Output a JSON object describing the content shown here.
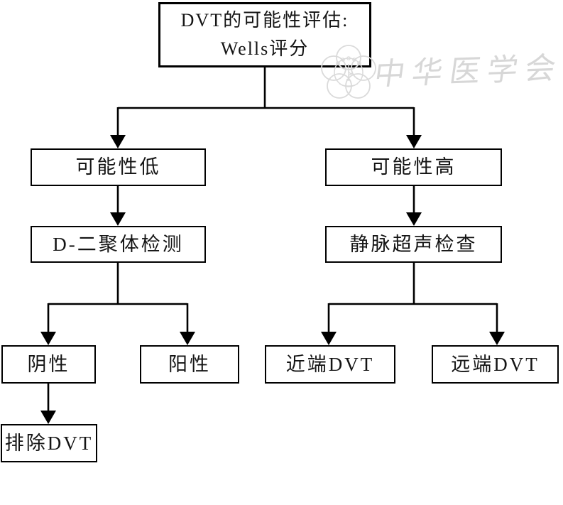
{
  "flowchart": {
    "type": "decision-tree",
    "root": {
      "line1": "DVT的可能性评估:",
      "line2": "Wells评分"
    },
    "nodes": {
      "low": {
        "label": "可能性低"
      },
      "high": {
        "label": "可能性高"
      },
      "ddimer": {
        "label": "D-二聚体检测"
      },
      "ultrasound": {
        "label": "静脉超声检查"
      },
      "negative": {
        "label": "阴性"
      },
      "positive": {
        "label": "阳性"
      },
      "proximal": {
        "label": "近端DVT"
      },
      "distal": {
        "label": "远端DVT"
      },
      "exclude": {
        "label": "排除DVT"
      }
    },
    "edges": [
      "root->low",
      "root->high",
      "low->ddimer",
      "high->ultrasound",
      "ddimer->negative",
      "ddimer->positive",
      "ultrasound->proximal",
      "ultrasound->distal",
      "negative->exclude"
    ]
  },
  "watermark": {
    "text": "中华医学会",
    "logo": "chinese-medical-association-seal",
    "color": "#d7d7d7"
  },
  "colors": {
    "background": "#ffffff",
    "line": "#000000",
    "box_border": "#000000",
    "text": "#141414",
    "watermark": "#d7d7d7"
  }
}
